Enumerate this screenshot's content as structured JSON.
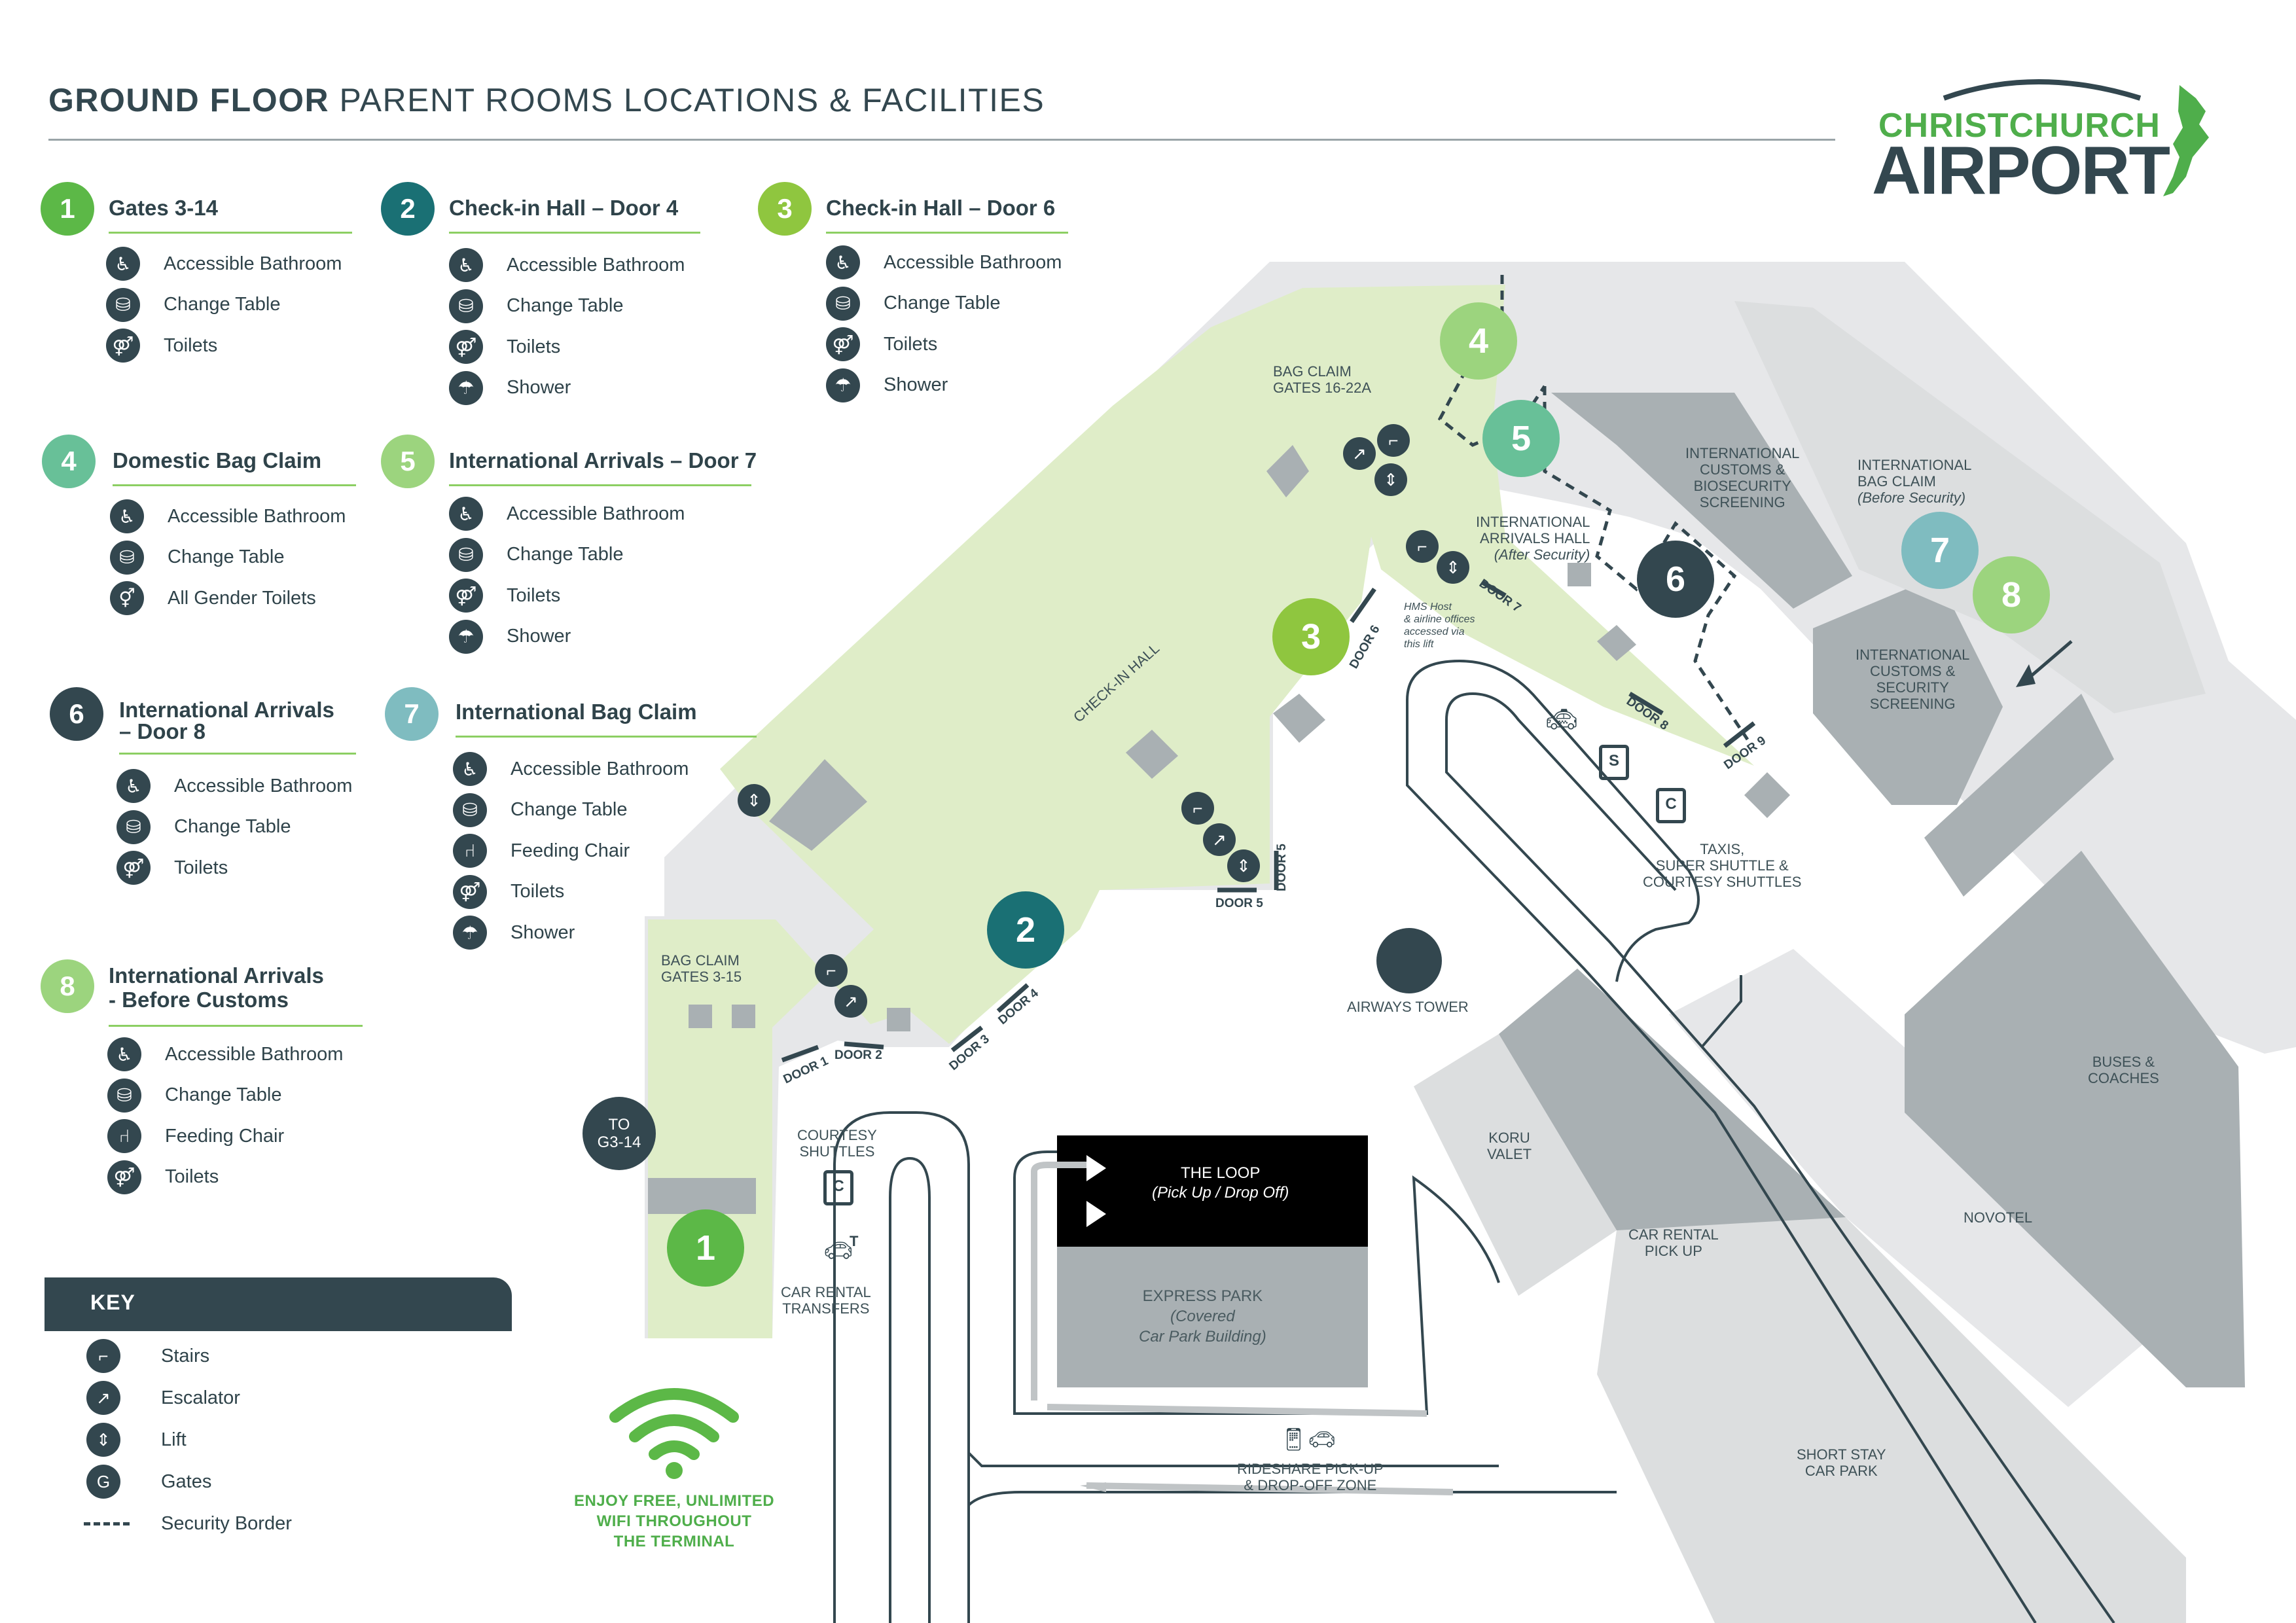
{
  "header": {
    "title_bold": "GROUND FLOOR",
    "title_rest": "PARENT ROOMS LOCATIONS & FACILITIES",
    "logo_line1": "CHRISTCHURCH",
    "logo_line2": "AIRPORT"
  },
  "colors": {
    "dark": "#33474f",
    "green": "#5cb847",
    "teal": "#1a7074",
    "lime": "#8fc63f",
    "mint": "#68c098",
    "pale_green": "#9cd47e",
    "light_teal": "#7fbcc0",
    "terminal_fill": "#dfedc8",
    "building_grey": "#a9b0b3",
    "surface_grey": "#e6e7e9"
  },
  "locations": [
    {
      "num": "1",
      "title": "Gates 3-14",
      "items": [
        {
          "icon": "accessible-icon",
          "label": "Accessible Bathroom"
        },
        {
          "icon": "change-table-icon",
          "label": "Change Table"
        },
        {
          "icon": "toilets-icon",
          "label": "Toilets"
        }
      ]
    },
    {
      "num": "2",
      "title": "Check-in Hall – Door 4",
      "items": [
        {
          "icon": "accessible-icon",
          "label": "Accessible Bathroom"
        },
        {
          "icon": "change-table-icon",
          "label": "Change Table"
        },
        {
          "icon": "toilets-icon",
          "label": "Toilets"
        },
        {
          "icon": "shower-icon",
          "label": "Shower"
        }
      ]
    },
    {
      "num": "3",
      "title": "Check-in Hall – Door 6",
      "items": [
        {
          "icon": "accessible-icon",
          "label": "Accessible Bathroom"
        },
        {
          "icon": "change-table-icon",
          "label": "Change Table"
        },
        {
          "icon": "toilets-icon",
          "label": "Toilets"
        },
        {
          "icon": "shower-icon",
          "label": "Shower"
        }
      ]
    },
    {
      "num": "4",
      "title": "Domestic Bag Claim",
      "items": [
        {
          "icon": "accessible-icon",
          "label": "Accessible Bathroom"
        },
        {
          "icon": "change-table-icon",
          "label": "Change Table"
        },
        {
          "icon": "all-gender-toilets-icon",
          "label": "All Gender Toilets"
        }
      ]
    },
    {
      "num": "5",
      "title": "International Arrivals – Door 7",
      "items": [
        {
          "icon": "accessible-icon",
          "label": "Accessible Bathroom"
        },
        {
          "icon": "change-table-icon",
          "label": "Change Table"
        },
        {
          "icon": "toilets-icon",
          "label": "Toilets"
        },
        {
          "icon": "shower-icon",
          "label": "Shower"
        }
      ]
    },
    {
      "num": "6",
      "title_line1": "International Arrivals",
      "title_line2": "– Door 8",
      "items": [
        {
          "icon": "accessible-icon",
          "label": "Accessible Bathroom"
        },
        {
          "icon": "change-table-icon",
          "label": "Change Table"
        },
        {
          "icon": "toilets-icon",
          "label": "Toilets"
        }
      ]
    },
    {
      "num": "7",
      "title": "International Bag Claim",
      "items": [
        {
          "icon": "accessible-icon",
          "label": "Accessible Bathroom"
        },
        {
          "icon": "change-table-icon",
          "label": "Change Table"
        },
        {
          "icon": "feeding-chair-icon",
          "label": "Feeding Chair"
        },
        {
          "icon": "toilets-icon",
          "label": "Toilets"
        },
        {
          "icon": "shower-icon",
          "label": "Shower"
        }
      ]
    },
    {
      "num": "8",
      "title_line1": "International Arrivals",
      "title_line2": "- Before Customs",
      "items": [
        {
          "icon": "accessible-icon",
          "label": "Accessible Bathroom"
        },
        {
          "icon": "change-table-icon",
          "label": "Change Table"
        },
        {
          "icon": "feeding-chair-icon",
          "label": "Feeding Chair"
        },
        {
          "icon": "toilets-icon",
          "label": "Toilets"
        }
      ]
    }
  ],
  "key": {
    "title": "KEY",
    "items": [
      {
        "icon": "stairs-icon",
        "label": "Stairs"
      },
      {
        "icon": "escalator-icon",
        "label": "Escalator"
      },
      {
        "icon": "lift-icon",
        "label": "Lift"
      },
      {
        "icon": "gates-icon",
        "glyph": "G",
        "label": "Gates"
      },
      {
        "icon": "security-border-line",
        "label": "Security Border"
      }
    ]
  },
  "wifi": {
    "line1": "ENJOY FREE, UNLIMITED",
    "line2": "WIFI THROUGHOUT",
    "line3": "THE TERMINAL"
  },
  "map": {
    "bag_claim_16": {
      "l1": "BAG CLAIM",
      "l2": "GATES 16-22a"
    },
    "bag_claim_3": {
      "l1": "BAG CLAIM",
      "l2": "GATES 3-15"
    },
    "intl_arrivals_hall": {
      "l1": "INTERNATIONAL",
      "l2": "ARRIVALS HALL",
      "l3": "(After Security)"
    },
    "intl_customs_bio": {
      "l1": "INTERNATIONAL",
      "l2": "CUSTOMS &",
      "l3": "BIOSECURITY",
      "l4": "SCREENING"
    },
    "intl_bag_claim": {
      "l1": "INTERNATIONAL",
      "l2": "BAG CLAIM",
      "l3": "(Before Security)"
    },
    "intl_customs_sec": {
      "l1": "INTERNATIONAL",
      "l2": "CUSTOMS &",
      "l3": "SECURITY",
      "l4": "SCREENING"
    },
    "checkin_hall": "CHECK-IN HALL",
    "hms_note": {
      "l1": "HMS Host",
      "l2": "& airline offices",
      "l3": "accessed via",
      "l4": "this lift"
    },
    "taxis": {
      "l1": "TAXIS,",
      "l2": "SUPER SHUTTLE &",
      "l3": "COURTESY SHUTTLES"
    },
    "airways_tower": "AIRWAYS TOWER",
    "to_gates": {
      "l1": "TO",
      "l2": "G3-14"
    },
    "courtesy_shuttles": {
      "l1": "COURTESY",
      "l2": "SHUTTLES"
    },
    "car_rental_transfers": {
      "l1": "CAR RENTAL",
      "l2": "TRANSFERS"
    },
    "the_loop": {
      "l1": "THE LOOP",
      "l2": "(Pick Up / Drop Off)"
    },
    "express_park": {
      "l1": "EXPRESS PARK",
      "l2": "(Covered",
      "l3": "Car Park Building)"
    },
    "rideshare": {
      "l1": "RIDESHARE PICK-UP",
      "l2": "& DROP-OFF ZONE"
    },
    "koru_valet": {
      "l1": "KORU",
      "l2": "VALET"
    },
    "car_rental_pickup": {
      "l1": "CAR RENTAL",
      "l2": "PICK UP"
    },
    "novotel": "NOVOTEL",
    "buses": {
      "l1": "BUSES &",
      "l2": "COACHES"
    },
    "short_stay": {
      "l1": "SHORT STAY",
      "l2": "CAR PARK"
    },
    "doors": [
      "DOOR 1",
      "DOOR 2",
      "DOOR 3",
      "DOOR 4",
      "DOOR 5",
      "DOOR 5",
      "DOOR 6",
      "DOOR 7",
      "DOOR 8",
      "DOOR 9"
    ],
    "sign_s": "S",
    "sign_c": "C",
    "sign_t": "T",
    "badges": [
      "1",
      "2",
      "3",
      "4",
      "5",
      "6",
      "7",
      "8"
    ]
  }
}
